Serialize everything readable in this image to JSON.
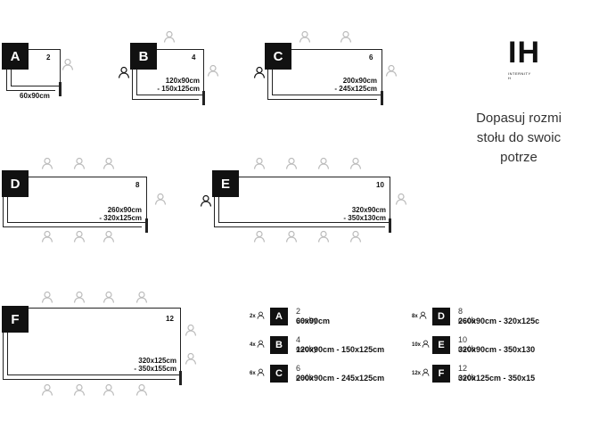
{
  "brand": {
    "logo": "IH",
    "sub": "INTERNITY H"
  },
  "tagline": [
    "Dopasuj rozmi",
    "stołu do swoic",
    "potrze"
  ],
  "tables": {
    "A": {
      "letter": "A",
      "seats": "2",
      "dims": [
        "60x90cm"
      ]
    },
    "B": {
      "letter": "B",
      "seats": "4",
      "dims": [
        "120x90cm",
        "- 150x125cm"
      ]
    },
    "C": {
      "letter": "C",
      "seats": "6",
      "dims": [
        "200x90cm",
        "- 245x125cm"
      ]
    },
    "D": {
      "letter": "D",
      "seats": "8",
      "dims": [
        "260x90cm",
        "- 320x125cm"
      ]
    },
    "E": {
      "letter": "E",
      "seats": "10",
      "dims": [
        "320x90cm",
        "- 350x130cm"
      ]
    },
    "F": {
      "letter": "F",
      "seats": "12",
      "dims": [
        "320x125cm",
        "- 350x155cm"
      ]
    }
  },
  "legend": [
    {
      "count": "2x",
      "letter": "A",
      "people": "2 osoby",
      "dims": "60x90cm"
    },
    {
      "count": "4x",
      "letter": "B",
      "people": "4 osoby",
      "dims": "120x90cm - 150x125cm"
    },
    {
      "count": "6x",
      "letter": "C",
      "people": "6 osób",
      "dims": "200x90cm - 245x125cm"
    },
    {
      "count": "8x",
      "letter": "D",
      "people": "8 osób",
      "dims": "260x90cm - 320x125c"
    },
    {
      "count": "10x",
      "letter": "E",
      "people": "10 osób",
      "dims": "320x90cm - 350x130"
    },
    {
      "count": "12x",
      "letter": "F",
      "people": "12 osób",
      "dims": "320x125cm - 350x15"
    }
  ],
  "icons": {
    "chair": "person-icon"
  }
}
